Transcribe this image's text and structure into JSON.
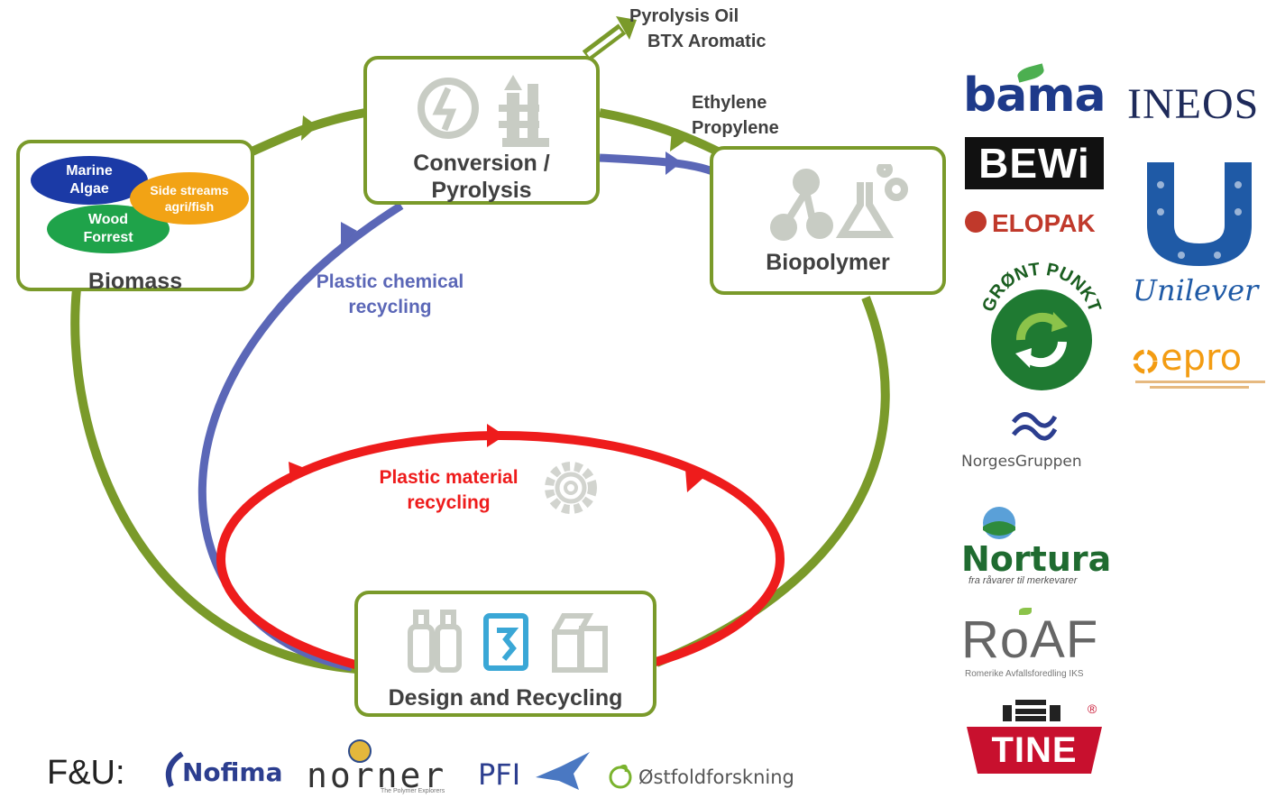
{
  "nodes": {
    "conversion": "Conversion / Pyrolysis",
    "biopolymer": "Biopolymer",
    "biomass": "Biomass",
    "design": "Design and Recycling"
  },
  "biomass_sources": {
    "marine": "Marine Algae",
    "side": "Side streams agri/fish",
    "wood": "Wood Forrest"
  },
  "outputs": {
    "pyrolysis_oil": "Pyrolysis Oil",
    "btx": "BTX Aromatic",
    "ethylene": "Ethylene",
    "propylene": "Propylene"
  },
  "flows": {
    "chemical": "Plastic chemical recycling",
    "material": "Plastic material recycling"
  },
  "colors": {
    "biomass_cycle": "#7a9a2a",
    "chemical_recycling": "#5b67b7",
    "material_recycling": "#ee1c1c",
    "icon_grey": "#c8ccc4",
    "icon_blue": "#3aa7d6"
  },
  "partners": {
    "bama": "bama",
    "ineos": "INEOS",
    "bewi": "BEWi",
    "elopak": "ELOPAK",
    "gront_punkt": "GRØNT PUNKT",
    "unilever": "Unilever",
    "epro": "epro",
    "norgesgruppen": "NorgesGruppen",
    "nortura": "Nortura",
    "nortura_tagline": "fra råvarer til merkevarer",
    "roaf": "RoAF",
    "roaf_sub": "Romerike Avfallsforedling IKS",
    "tine": "TINE"
  },
  "research": {
    "label": "F&U:",
    "nofima": "Nofima",
    "norner": "norner",
    "norner_tagline": "The Polymer Explorers",
    "pfi": "PFI",
    "ostfold": "Østfoldforskning"
  },
  "icons": [
    "renewable-energy-icon",
    "refinery-icon",
    "molecule-icon",
    "flask-icon",
    "bottles-icon",
    "container-icon",
    "packages-icon",
    "gear-icon",
    "recycle-arrows-icon"
  ]
}
